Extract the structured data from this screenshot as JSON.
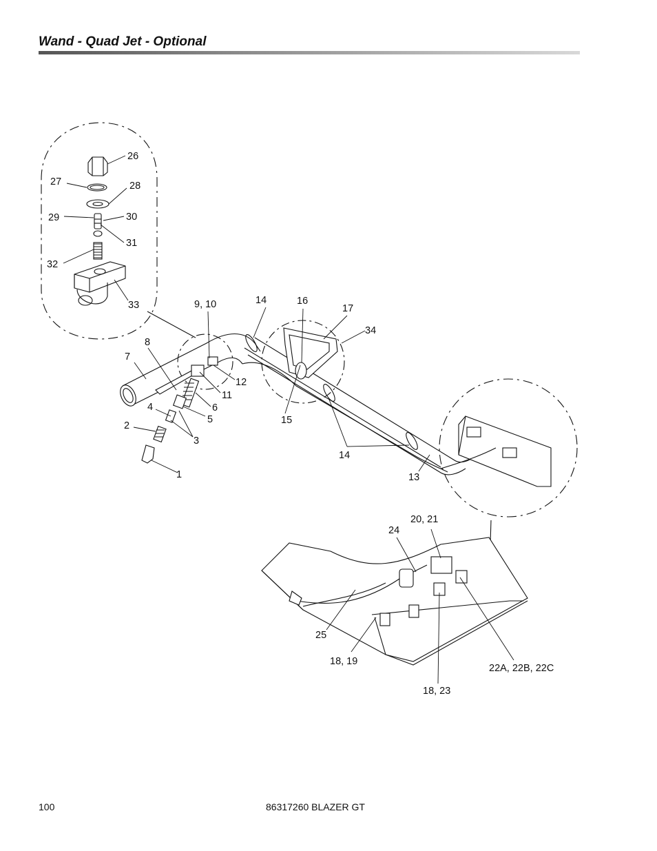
{
  "header": {
    "title": "Wand - Quad Jet - Optional"
  },
  "footer": {
    "page_number": "100",
    "document": "86317260 BLAZER GT"
  },
  "callouts": [
    {
      "id": "c26",
      "text": "26"
    },
    {
      "id": "c27",
      "text": "27"
    },
    {
      "id": "c28",
      "text": "28"
    },
    {
      "id": "c29",
      "text": "29"
    },
    {
      "id": "c30",
      "text": "30"
    },
    {
      "id": "c31",
      "text": "31"
    },
    {
      "id": "c32",
      "text": "32"
    },
    {
      "id": "c33",
      "text": "33"
    },
    {
      "id": "c910",
      "text": "9, 10"
    },
    {
      "id": "c14a",
      "text": "14"
    },
    {
      "id": "c16",
      "text": "16"
    },
    {
      "id": "c17",
      "text": "17"
    },
    {
      "id": "c34",
      "text": "34"
    },
    {
      "id": "c8",
      "text": "8"
    },
    {
      "id": "c7",
      "text": "7"
    },
    {
      "id": "c12",
      "text": "12"
    },
    {
      "id": "c11",
      "text": "11"
    },
    {
      "id": "c6",
      "text": "6"
    },
    {
      "id": "c4",
      "text": "4"
    },
    {
      "id": "c5",
      "text": "5"
    },
    {
      "id": "c2",
      "text": "2"
    },
    {
      "id": "c3",
      "text": "3"
    },
    {
      "id": "c15",
      "text": "15"
    },
    {
      "id": "c14b",
      "text": "14"
    },
    {
      "id": "c13",
      "text": "13"
    },
    {
      "id": "c1",
      "text": "1"
    },
    {
      "id": "c2021",
      "text": "20, 21"
    },
    {
      "id": "c24",
      "text": "24"
    },
    {
      "id": "c25",
      "text": "25"
    },
    {
      "id": "c1819",
      "text": "18, 19"
    },
    {
      "id": "c22",
      "text": "22A, 22B, 22C"
    },
    {
      "id": "c1823",
      "text": "18, 23"
    }
  ]
}
